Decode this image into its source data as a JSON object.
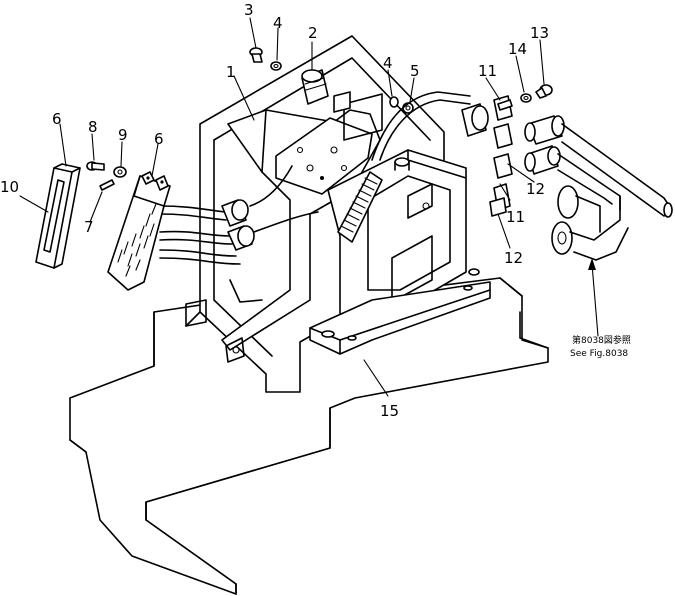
{
  "callouts": [
    {
      "id": "c1",
      "label": "1"
    },
    {
      "id": "c2",
      "label": "2"
    },
    {
      "id": "c3",
      "label": "3"
    },
    {
      "id": "c4a",
      "label": "4"
    },
    {
      "id": "c4b",
      "label": "4"
    },
    {
      "id": "c5",
      "label": "5"
    },
    {
      "id": "c6a",
      "label": "6"
    },
    {
      "id": "c6b",
      "label": "6"
    },
    {
      "id": "c7",
      "label": "7"
    },
    {
      "id": "c8",
      "label": "8"
    },
    {
      "id": "c9",
      "label": "9"
    },
    {
      "id": "c10",
      "label": "10"
    },
    {
      "id": "c11a",
      "label": "11"
    },
    {
      "id": "c11b",
      "label": "11"
    },
    {
      "id": "c12a",
      "label": "12"
    },
    {
      "id": "c12b",
      "label": "12"
    },
    {
      "id": "c13",
      "label": "13"
    },
    {
      "id": "c14",
      "label": "14"
    },
    {
      "id": "c15",
      "label": "15"
    }
  ],
  "reference": {
    "jp": "第8038図参照",
    "en": "See Fig.8038"
  }
}
